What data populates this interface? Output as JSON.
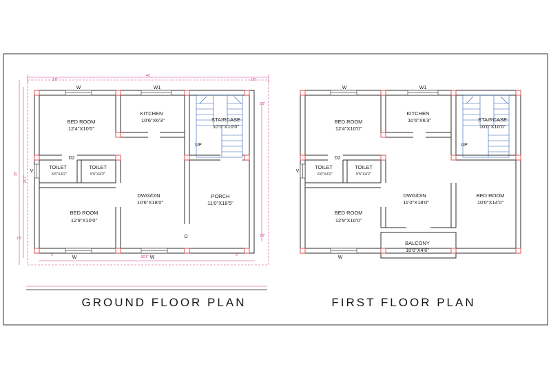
{
  "ground_floor": {
    "title": "GROUND FLOOR PLAN",
    "rooms": {
      "bed_room_top": {
        "name": "BED ROOM",
        "size": "12'4\"X10'0\""
      },
      "kitchen": {
        "name": "KITCHEN",
        "size": "10'6\"X6'3\""
      },
      "staircase": {
        "name": "STAIRCASE",
        "size": "10'0\"X10'0\""
      },
      "toilet_1": {
        "name": "TOILET",
        "size": "6'6\"X4'2\""
      },
      "toilet_2": {
        "name": "TOILET",
        "size": "5'5\"X4'2\""
      },
      "dwg_din": {
        "name": "DWG/DIN",
        "size": "10'6\"X18'0\""
      },
      "porch": {
        "name": "PORCH",
        "size": "11'0\"X18'5\""
      },
      "bed_room_bottom": {
        "name": "BED ROOM",
        "size": "12'9\"X10'0\""
      }
    },
    "marks": {
      "w_top": "W",
      "w1": "W1",
      "d2": "D2",
      "up": "UP",
      "d": "D",
      "v": "V",
      "w_bottom_1": "W",
      "w_bottom_2": "W"
    },
    "dims": {
      "overall_width": "40'",
      "left_offset": "1'6\"",
      "right_offset": "1'6\"",
      "overall_depth": "30'",
      "inner_depth": "26'7\"",
      "bottom_left": "1'6\"",
      "inner_width": "36'1\"",
      "right_top": "2'6\"",
      "right_bottom": "2'6\"",
      "bottom_small_1": "2'",
      "bottom_small_2": "2'"
    }
  },
  "first_floor": {
    "title": "FIRST FLOOR PLAN",
    "rooms": {
      "bed_room_top": {
        "name": "BED ROOM",
        "size": "12'4\"X10'0\""
      },
      "kitchen": {
        "name": "KITCHEN",
        "size": "10'6\"X6'3\""
      },
      "staircase": {
        "name": "STAIRCASE",
        "size": "10'0\"X10'0\""
      },
      "toilet_1": {
        "name": "TOILET",
        "size": "6'6\"X4'2\""
      },
      "toilet_2": {
        "name": "TOILET",
        "size": "5'5\"X4'2\""
      },
      "dwg_din": {
        "name": "DWG/DIN",
        "size": "11'0\"X18'0\""
      },
      "bed_room_right": {
        "name": "BED ROOM",
        "size": "10'0\"X14'0\""
      },
      "bed_room_bottom": {
        "name": "BED ROOM",
        "size": "12'9\"X10'0\""
      },
      "balcony": {
        "name": "BALCONY",
        "size": "10'6\"X4'6\""
      }
    },
    "marks": {
      "w_top": "W",
      "w1": "W1",
      "d2": "D2",
      "up": "UP",
      "v": "V",
      "w_bottom": "W"
    }
  },
  "colors": {
    "wall": "#2b2b2b",
    "column": "#e04545",
    "dimension": "#d03a8a",
    "stair": "#2a5db0",
    "border": "#333333"
  }
}
